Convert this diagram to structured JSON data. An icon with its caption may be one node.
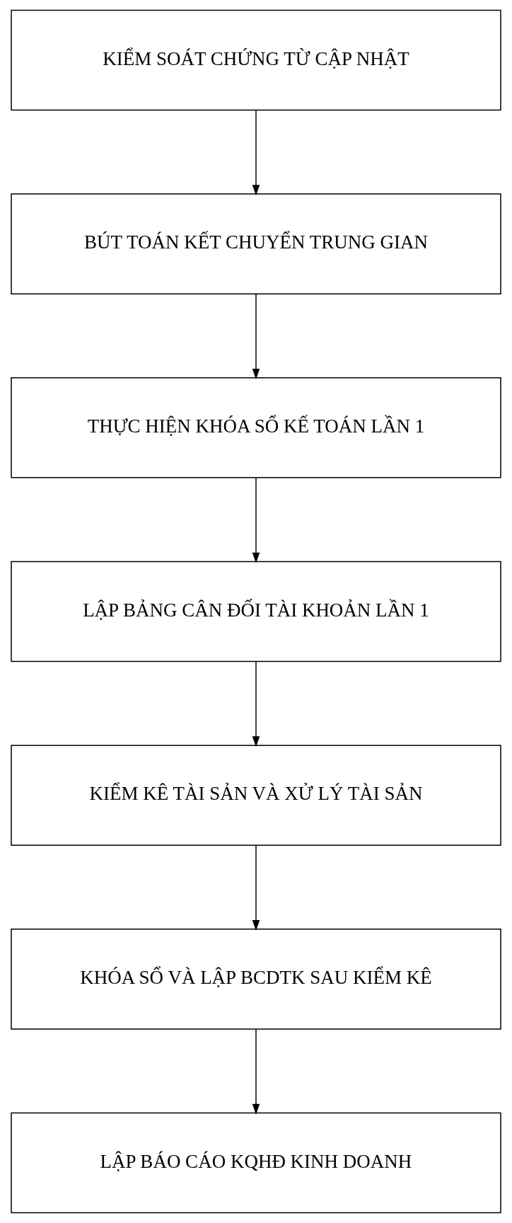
{
  "diagram": {
    "nodes": [
      {
        "text": [
          "KIỂM SOÁT CHỨNG TỪ CẬP NHẬT"
        ]
      },
      {
        "text": [
          "BÚT TOÁN KẾT CHUYỂN TRUNG GIAN"
        ]
      },
      {
        "text": [
          "THỰC HIỆN KHÓA SỔ KẾ TOÁN LẦN 1"
        ]
      },
      {
        "text": [
          "LẬP BẢNG CÂN ĐỐI TÀI KHOẢN LẦN 1"
        ]
      },
      {
        "text": [
          "KIỂM KÊ TÀI SẢN VÀ XỬ LÝ TÀI SẢN"
        ]
      },
      {
        "text": [
          "KHÓA SỔ VÀ LẬP BCDTK SAU KIỂM KÊ"
        ]
      },
      {
        "text": [
          "LẬP BÁO CÁO KQHĐ KINH DOANH"
        ]
      }
    ],
    "edges": [
      {
        "from": 0,
        "to": 1,
        "arrow": "to"
      },
      {
        "from": 1,
        "to": 2,
        "arrow": "to"
      },
      {
        "from": 2,
        "to": 3,
        "arrow": "to"
      },
      {
        "from": 3,
        "to": 4,
        "arrow": "to"
      },
      {
        "from": 4,
        "to": 5,
        "arrow": "to"
      },
      {
        "from": 5,
        "to": 6,
        "arrow": "to"
      }
    ]
  }
}
